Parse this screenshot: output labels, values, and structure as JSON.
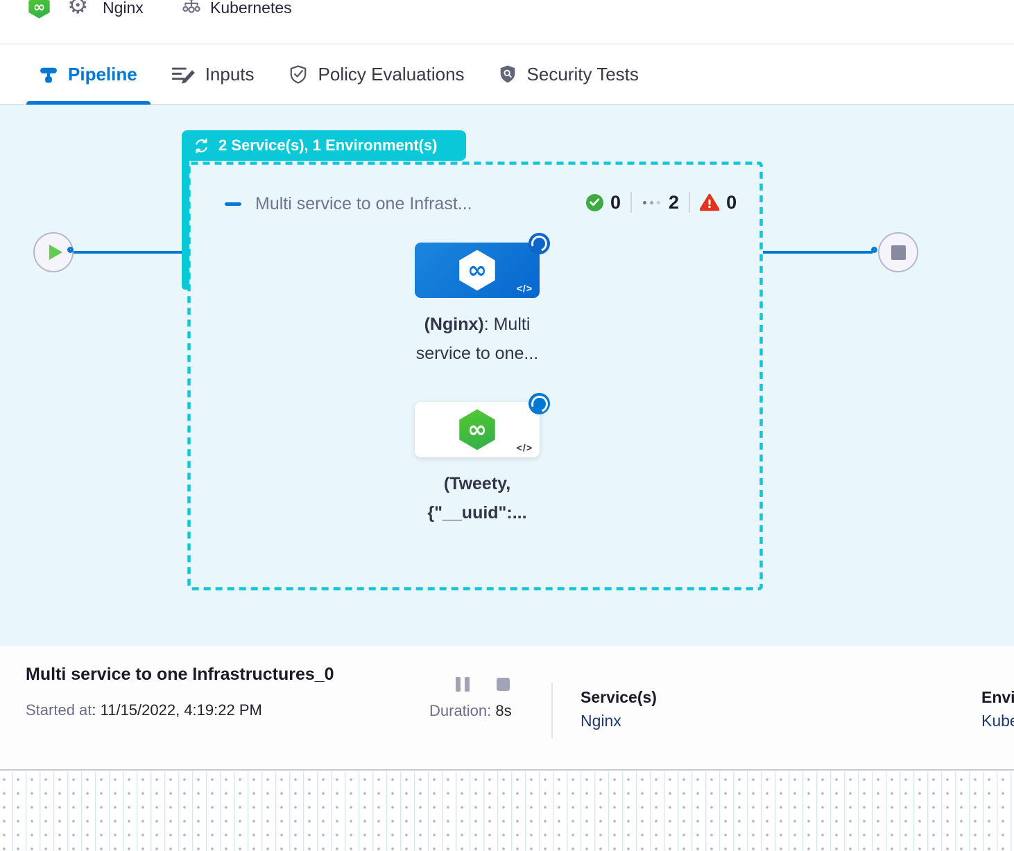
{
  "topbar": {
    "pipeline_label": "Nginx",
    "environment_label": "Kubernetes"
  },
  "tabs": {
    "pipeline": "Pipeline",
    "inputs": "Inputs",
    "policy": "Policy Evaluations",
    "security": "Security Tests"
  },
  "stage": {
    "badge": "2 Service(s), 1 Environment(s)",
    "name": "Multi service to one Infrast...",
    "success_count": "0",
    "running_count": "2",
    "failed_count": "0"
  },
  "nodes": {
    "nginx": {
      "bold": "(Nginx)",
      "rest": ": Multi",
      "line2": "service to one...",
      "code": "</>"
    },
    "tweety": {
      "line1": "(Tweety,",
      "line2": "{\"__uuid\":...",
      "code": "</>"
    }
  },
  "footer": {
    "title": "Multi service to one Infrastructures_0",
    "started_label": "Started at",
    "started_value": ": 11/15/2022, 4:19:22 PM",
    "duration_label": "Duration: ",
    "duration_value": "8s",
    "services_label": "Service(s)",
    "services_value": "Nginx",
    "environments_label": "Environment(s)",
    "environments_value": "Kubernetes"
  },
  "colors": {
    "accent_blue": "#0278d5",
    "stage_teal": "#0bc8d8",
    "success_green": "#3dab40",
    "error_red": "#e3331c",
    "canvas_bg": "#e9f6fb",
    "link_navy": "#1c3a6b"
  }
}
